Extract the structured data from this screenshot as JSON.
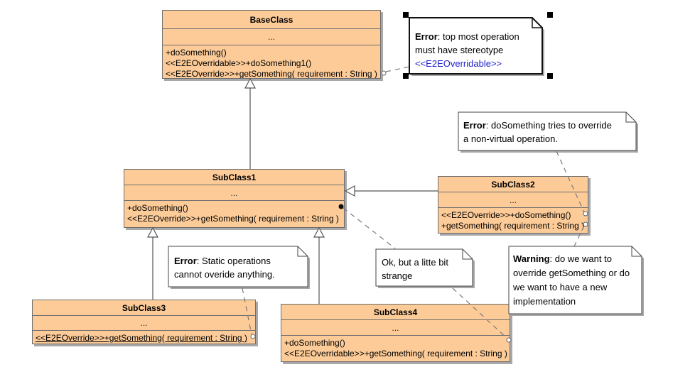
{
  "diagram": {
    "title": "UML class diagram - override validation",
    "colors": {
      "class_fill": "#fccb98",
      "class_border": "#6e6e6e",
      "shadow": "#a8a8a8",
      "note_fill": "#ffffff",
      "note_border": "#444444",
      "stereotype_link": "#2222cc",
      "background": "#ffffff"
    }
  },
  "classes": [
    {
      "name": "BaseClass",
      "attributes": "...",
      "operations": [
        "+doSomething()",
        "<<E2EOverridable>>+doSomething1()",
        "<<E2EOverride>>+getSomething( requirement : String )"
      ]
    },
    {
      "name": "SubClass1",
      "attributes": "...",
      "operations": [
        "+doSomething()",
        "<<E2EOverride>>+getSomething( requirement : String )"
      ]
    },
    {
      "name": "SubClass2",
      "attributes": "...",
      "operations": [
        "<<E2EOverride>>+doSomething()",
        "+getSomething( requirement : String )"
      ]
    },
    {
      "name": "SubClass3",
      "attributes": "...",
      "operations": [
        "<<E2EOverride>>+getSomething( requirement : String )"
      ]
    },
    {
      "name": "SubClass4",
      "attributes": "...",
      "operations": [
        "+doSomething()",
        "<<E2EOverridable>>+getSomething( requirement : String )"
      ]
    }
  ],
  "notes": [
    {
      "keyword": "Error",
      "text": ": top most operation",
      "line2": "must have stereotype",
      "stereotype": "<<E2EOverridable>>",
      "selected": "true"
    },
    {
      "keyword": "Error",
      "text": ": doSomething tries to override",
      "line2": "a non-virtual operation."
    },
    {
      "keyword": "Error",
      "text": ": Static operations",
      "line2": "cannot overide anything."
    },
    {
      "line1": "Ok, but a litte bit",
      "line2": "strange"
    },
    {
      "keyword": "Warning",
      "text": ": do we want to",
      "line2": "override getSomething or do",
      "line3": "we want to have a new",
      "line4": "implementation"
    }
  ]
}
